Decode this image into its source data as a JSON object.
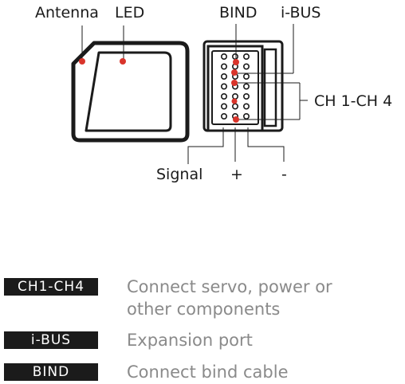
{
  "callouts": {
    "antenna": "Antenna",
    "led": "LED",
    "bind": "BIND",
    "ibus": "i-BUS",
    "channels": "CH 1-CH 4",
    "signal": "Signal",
    "plus": "+",
    "minus": "-"
  },
  "legend": [
    {
      "tag": "CH1-CH4",
      "description": "Connect servo, power or other components"
    },
    {
      "tag": "i-BUS",
      "description": "Expansion port"
    },
    {
      "tag": "BIND",
      "description": "Connect bind cable"
    }
  ],
  "colors": {
    "line": "#1b1b1b",
    "marker": "#d9342b",
    "tag_bg": "#1b1b1b",
    "desc_text": "#8a8a8a"
  }
}
